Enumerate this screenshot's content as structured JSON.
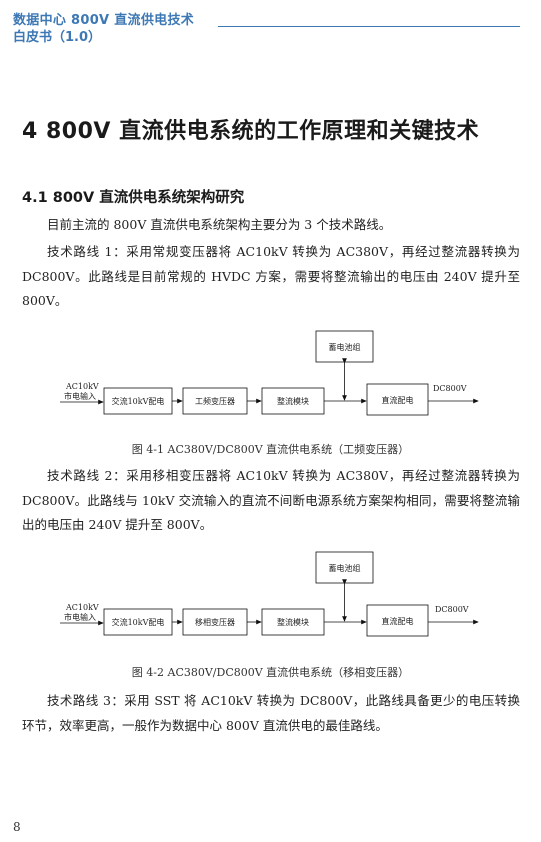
{
  "header": {
    "title": "数据中心 800V 直流供电技术",
    "subtitle": "白皮书（1.0）"
  },
  "chapter_title": "4  800V 直流供电系统的工作原理和关键技术",
  "section_title": "4.1 800V 直流供电系统架构研究",
  "paragraphs": {
    "intro": "目前主流的 800V 直流供电系统架构主要分为 3 个技术路线。",
    "route1": "技术路线 1：采用常规变压器将 AC10kV 转换为 AC380V，再经过整流器转换为 DC800V。此路线是目前常规的 HVDC 方案，需要将整流输出的电压由 240V 提升至 800V。",
    "route2": "技术路线 2：采用移相变压器将 AC10kV 转换为 AC380V，再经过整流器转换为 DC800V。此路线与 10kV 交流输入的直流不间断电源系统方案架构相同，需要将整流输出的电压由 240V 提升至 800V。",
    "route3": "技术路线 3：采用 SST 将 AC10kV 转换为 DC800V，此路线具备更少的电压转换环节，效率更高，一般作为数据中心 800V 直流供电的最佳路线。"
  },
  "figure1": {
    "input_label_line1": "AC10kV",
    "input_label_line2": "市电输入",
    "block_ac_dist": "交流10kV配电",
    "block_transformer": "工频变压器",
    "block_rectifier": "整流模块",
    "block_dc_dist": "直流配电",
    "block_battery": "蓄电池组",
    "output_label": "DC800V",
    "caption": "图 4-1 AC380V/DC800V 直流供电系统（工频变压器）"
  },
  "figure2": {
    "input_label_line1": "AC10kV",
    "input_label_line2": "市电输入",
    "block_ac_dist": "交流10kV配电",
    "block_transformer": "移相变压器",
    "block_rectifier": "整流模块",
    "block_dc_dist": "直流配电",
    "block_battery": "蓄电池组",
    "output_label": "DC800V",
    "caption": "图 4-2 AC380V/DC800V 直流供电系统（移相变压器）"
  },
  "page_number": "8"
}
